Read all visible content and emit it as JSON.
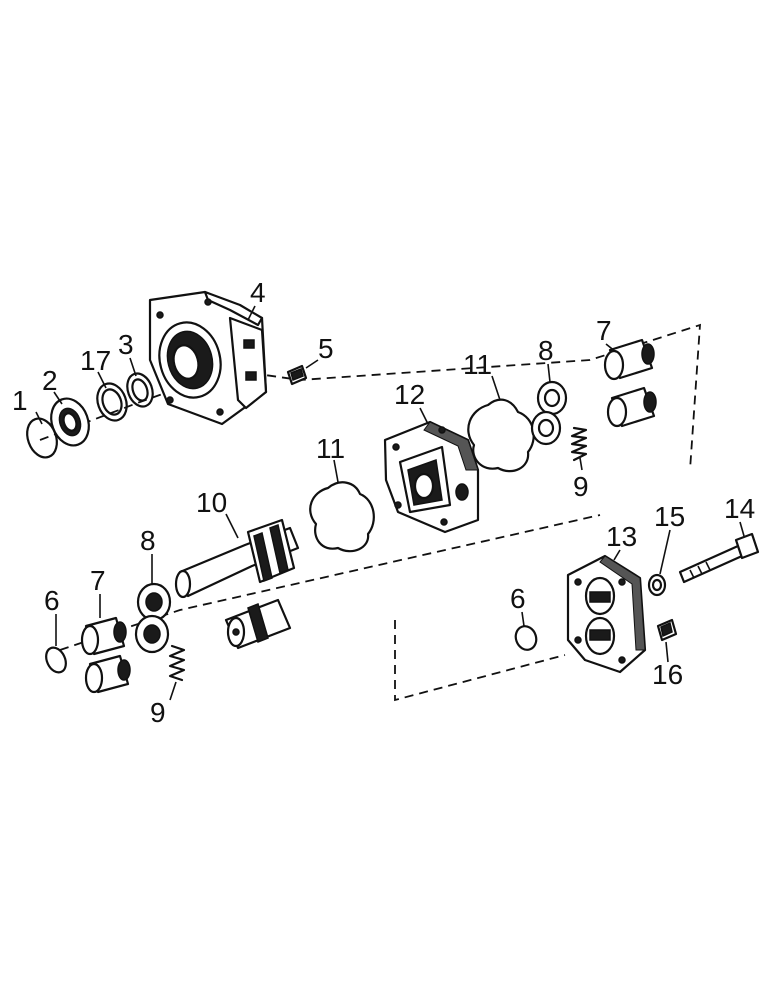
{
  "diagram": {
    "callouts": [
      {
        "id": "c1",
        "text": "1"
      },
      {
        "id": "c2",
        "text": "2"
      },
      {
        "id": "c17",
        "text": "17"
      },
      {
        "id": "c3",
        "text": "3"
      },
      {
        "id": "c4",
        "text": "4"
      },
      {
        "id": "c5",
        "text": "5"
      },
      {
        "id": "c11a",
        "text": "11"
      },
      {
        "id": "c8a",
        "text": "8"
      },
      {
        "id": "c7a",
        "text": "7"
      },
      {
        "id": "c12",
        "text": "12"
      },
      {
        "id": "c9a",
        "text": "9"
      },
      {
        "id": "c11b",
        "text": "11"
      },
      {
        "id": "c10",
        "text": "10"
      },
      {
        "id": "c8b",
        "text": "8"
      },
      {
        "id": "c7b",
        "text": "7"
      },
      {
        "id": "c6a",
        "text": "6"
      },
      {
        "id": "c9b",
        "text": "9"
      },
      {
        "id": "c14",
        "text": "14"
      },
      {
        "id": "c15",
        "text": "15"
      },
      {
        "id": "c13",
        "text": "13"
      },
      {
        "id": "c6b",
        "text": "6"
      },
      {
        "id": "c16",
        "text": "16"
      }
    ]
  }
}
